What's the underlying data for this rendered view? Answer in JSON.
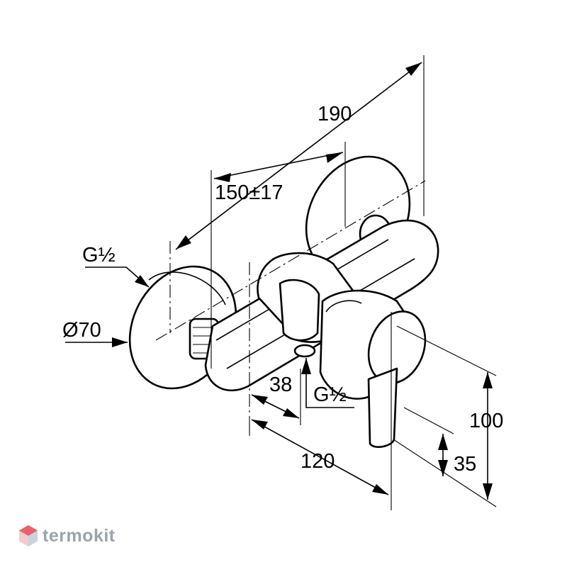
{
  "dimensions": {
    "overall_width": "190",
    "centre_distance": "150±17",
    "inlet_thread_left": "G½",
    "rosette_diameter": "Ø70",
    "outlet_offset": "38",
    "outlet_thread": "G½",
    "projection": "120",
    "height": "100",
    "outlet_height": "35"
  },
  "watermark": {
    "text": "termokit",
    "icon": "termokit-logo-icon",
    "color": "#9aa3ad",
    "accent": "#e8606a"
  }
}
